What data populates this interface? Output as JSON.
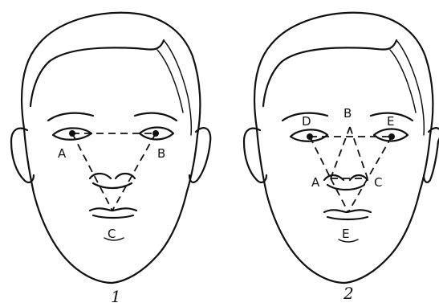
{
  "figures": [
    {
      "number": "1",
      "points": [
        "A",
        "B",
        "C"
      ]
    },
    {
      "number": "2",
      "points": [
        "A",
        "B",
        "C",
        "D",
        "E",
        "E"
      ]
    }
  ],
  "colors": {
    "ink": "#111111",
    "paper": "#ffffff"
  }
}
